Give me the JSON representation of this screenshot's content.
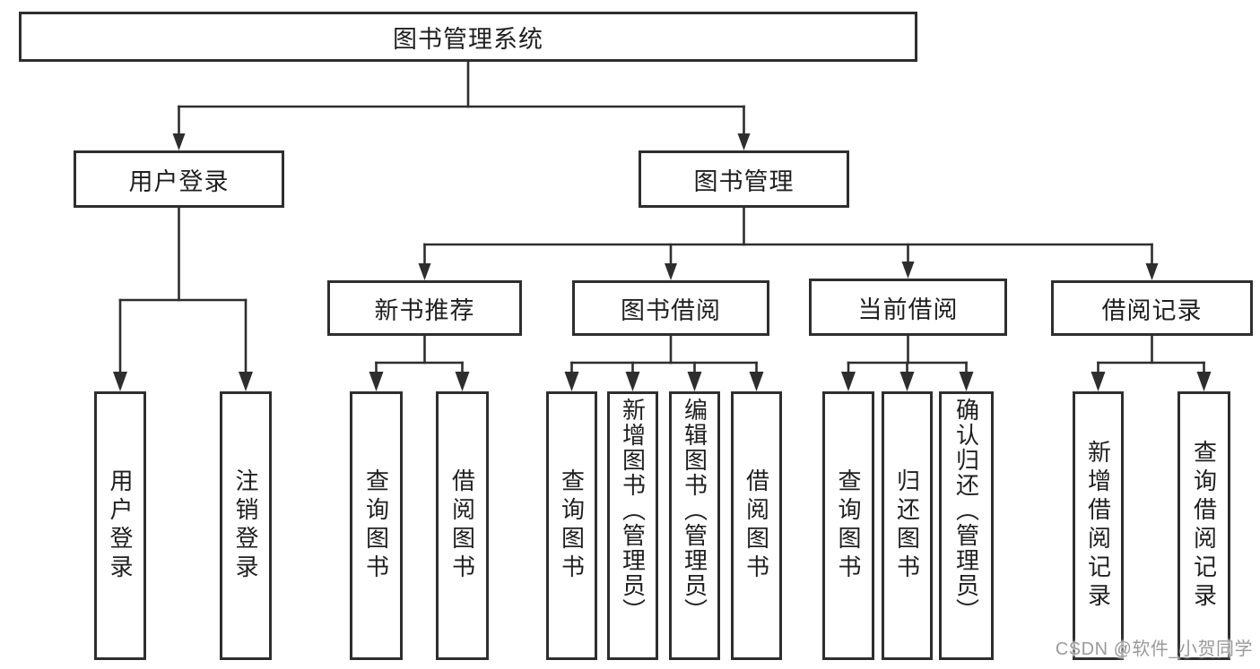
{
  "diagram": {
    "root": {
      "label": "图书管理系统"
    },
    "user_login": {
      "label": "用户登录",
      "children": [
        {
          "label": "用户登录"
        },
        {
          "label": "注销登录"
        }
      ]
    },
    "book_mgmt": {
      "label": "图书管理",
      "children": [
        {
          "label": "新书推荐",
          "children": [
            {
              "label": "查询图书"
            },
            {
              "label": "借阅图书"
            }
          ]
        },
        {
          "label": "图书借阅",
          "children": [
            {
              "label": "查询图书"
            },
            {
              "label": "新增图书（管理员）"
            },
            {
              "label": "编辑图书（管理员）"
            },
            {
              "label": "借阅图书"
            }
          ]
        },
        {
          "label": "当前借阅",
          "children": [
            {
              "label": "查询图书"
            },
            {
              "label": "归还图书"
            },
            {
              "label": "确认归还（管理员）"
            }
          ]
        },
        {
          "label": "借阅记录",
          "children": [
            {
              "label": "新增借阅记录"
            },
            {
              "label": "查询借阅记录"
            }
          ]
        }
      ]
    }
  },
  "watermark": {
    "text": "CSDN @软件_小贺同学"
  },
  "colors": {
    "line": "#2e2e2e",
    "text": "#1f1f1f",
    "watermark_text": "#9a9a9a",
    "background": "#ffffff"
  }
}
